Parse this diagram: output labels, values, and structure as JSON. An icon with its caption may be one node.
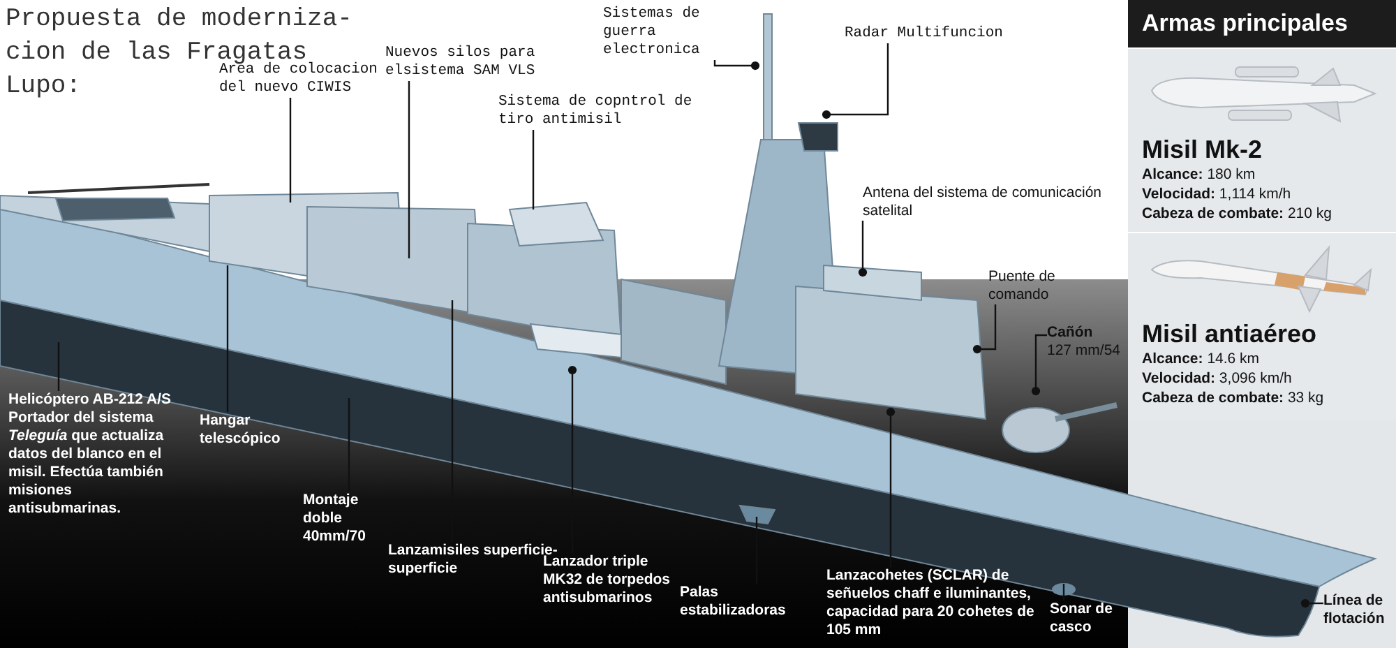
{
  "diagram": {
    "title": "Propuesta de moderniza- cion de las Fragatas Lupo:",
    "nodes": [
      {
        "text": [
          "Sistemas de guerra electronica"
        ]
      },
      {
        "text": [
          "Radar Multifuncion"
        ]
      },
      {
        "text": [
          "Area de colocacion del nuevo CIWIS"
        ]
      },
      {
        "text": [
          "Nuevos silos para elsistema SAM VLS"
        ]
      },
      {
        "text": [
          "Sistema de copntrol de tiro antimisil"
        ]
      },
      {
        "text": [
          "Antena del sistema de comunicación satelital"
        ]
      },
      {
        "text": [
          "Puente de comando"
        ]
      },
      {
        "text": [
          "Cañón",
          "127 mm/54"
        ]
      },
      {
        "text": [
          "Helicóptero AB-212 A/S",
          "Portador del sistema *Teleguía* que actualiza datos del blanco en el misil. Efectúa también misiones antisubmarinas."
        ]
      },
      {
        "text": [
          "Hangar telescópico"
        ]
      },
      {
        "text": [
          "Montaje doble 40mm/70"
        ]
      },
      {
        "text": [
          "Lanzamisiles superficie-superficie"
        ]
      },
      {
        "text": [
          "Lanzador triple MK32 de torpedos antisubmarinos"
        ]
      },
      {
        "text": [
          "Palas estabilizadoras"
        ]
      },
      {
        "text": [
          "Lanzacohetes (SCLAR) de señuelos chaff e iluminantes, capacidad para 20 cohetes de 105 mm"
        ]
      },
      {
        "text": [
          "Sonar de casco"
        ]
      },
      {
        "text": [
          "Línea de flotación"
        ]
      },
      {
        "text": [
          "Armas principales"
        ]
      },
      {
        "text": [
          "Misil Mk-2",
          "**Alcance:** 180 km",
          "**Velocidad:** 1,114 km/h",
          "**Cabeza de combate:** 210 kg"
        ],
        "in": 17
      },
      {
        "text": [
          "Misil antiaéreo",
          "**Alcance:** 14.6 km",
          "**Velocidad:** 3,096 km/h",
          "**Cabeza de combate:** 33 kg"
        ],
        "in": 17
      }
    ],
    "edges": [
      {
        "from": 0,
        "to": null,
        "arrow": "other"
      },
      {
        "from": 1,
        "to": null,
        "arrow": "other"
      },
      {
        "from": 2,
        "to": null,
        "arrow": "none"
      },
      {
        "from": 3,
        "to": null,
        "arrow": "none"
      },
      {
        "from": 4,
        "to": null,
        "arrow": "none"
      },
      {
        "from": 5,
        "to": null,
        "arrow": "other"
      },
      {
        "from": 6,
        "to": null,
        "arrow": "other"
      },
      {
        "from": 7,
        "to": null,
        "arrow": "other"
      },
      {
        "from": 8,
        "to": null,
        "arrow": "none"
      },
      {
        "from": 9,
        "to": null,
        "arrow": "none"
      },
      {
        "from": 10,
        "to": null,
        "arrow": "none"
      },
      {
        "from": 11,
        "to": null,
        "arrow": "none"
      },
      {
        "from": 12,
        "to": null,
        "arrow": "other"
      },
      {
        "from": 13,
        "to": null,
        "arrow": "none"
      },
      {
        "from": 14,
        "to": null,
        "arrow": "other"
      },
      {
        "from": 15,
        "to": null,
        "arrow": "none"
      },
      {
        "from": 16,
        "to": null,
        "arrow": "other"
      }
    ]
  }
}
